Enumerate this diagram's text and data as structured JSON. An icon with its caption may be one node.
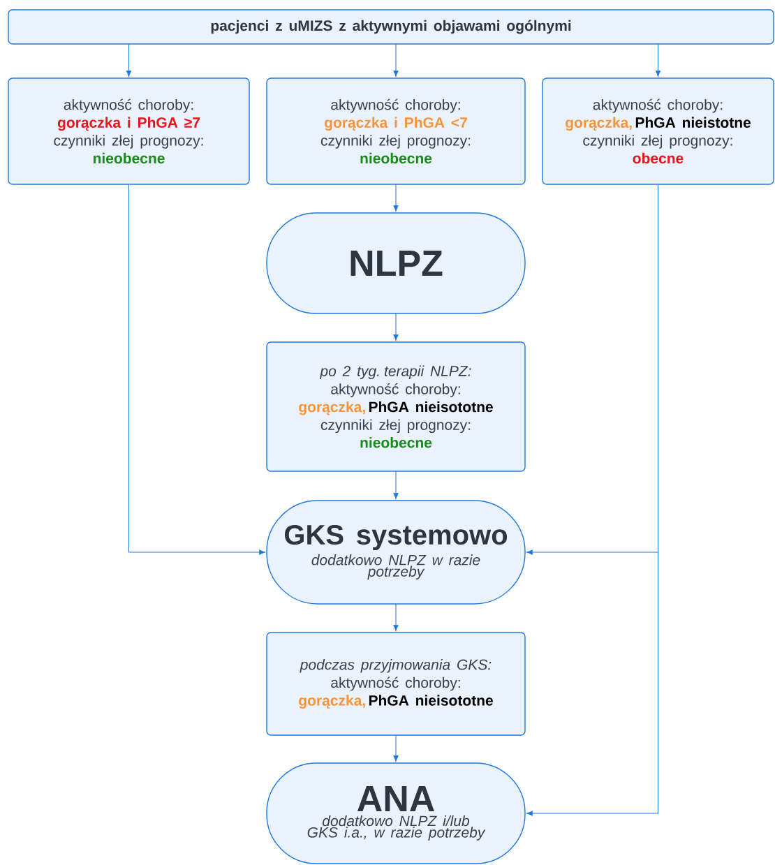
{
  "diagram": {
    "nodes": [
      {
        "text": [
          "pacjenci z uMIZS z aktywnymi objawami ogólnymi"
        ]
      },
      {
        "text": [
          "aktywność choroby:",
          "gorączka i PhGA ≥7",
          "czynniki złej prognozy:",
          "nieobecne"
        ]
      },
      {
        "text": [
          "aktywność choroby:",
          "gorączka i PhGA <7",
          "czynniki złej prognozy:",
          "nieobecne"
        ]
      },
      {
        "text": [
          "aktywność choroby:",
          "gorączka,",
          "PhGA nieistotne",
          "czynniki złej prognozy:",
          "obecne"
        ]
      },
      {
        "text": [
          "NLPZ"
        ]
      },
      {
        "text": [
          "po 2 tyg. terapii NLPZ:",
          "aktywność choroby:",
          "gorączka,",
          "PhGA nieisototne",
          "czynniki złej prognozy:",
          "nieobecne"
        ]
      },
      {
        "text": [
          "GKS systemowo",
          "dodatkowo NLPZ w razie potrzeby"
        ]
      },
      {
        "text": [
          "podczas przyjmowania GKS:",
          "aktywność choroby:",
          "gorączka,",
          "PhGA nieisototne"
        ]
      },
      {
        "text": [
          "ANA",
          "dodatkowo NLPZ i/lub GKS i.a., w razie potrzeby"
        ]
      }
    ],
    "edges": [
      {
        "from": 0,
        "to": 1,
        "arrow": "to"
      },
      {
        "from": 0,
        "to": 2,
        "arrow": "to"
      },
      {
        "from": 0,
        "to": 3,
        "arrow": "to"
      },
      {
        "from": 2,
        "to": 4,
        "arrow": "to"
      },
      {
        "from": 4,
        "to": 5,
        "arrow": "to"
      },
      {
        "from": 5,
        "to": 6,
        "arrow": "to"
      },
      {
        "from": 1,
        "to": 6,
        "arrow": "to"
      },
      {
        "from": 3,
        "to": 6,
        "arrow": "to"
      },
      {
        "from": 6,
        "to": 7,
        "arrow": "to"
      },
      {
        "from": 7,
        "to": 8,
        "arrow": "to"
      },
      {
        "from": 3,
        "to": 8,
        "arrow": "to"
      }
    ]
  }
}
